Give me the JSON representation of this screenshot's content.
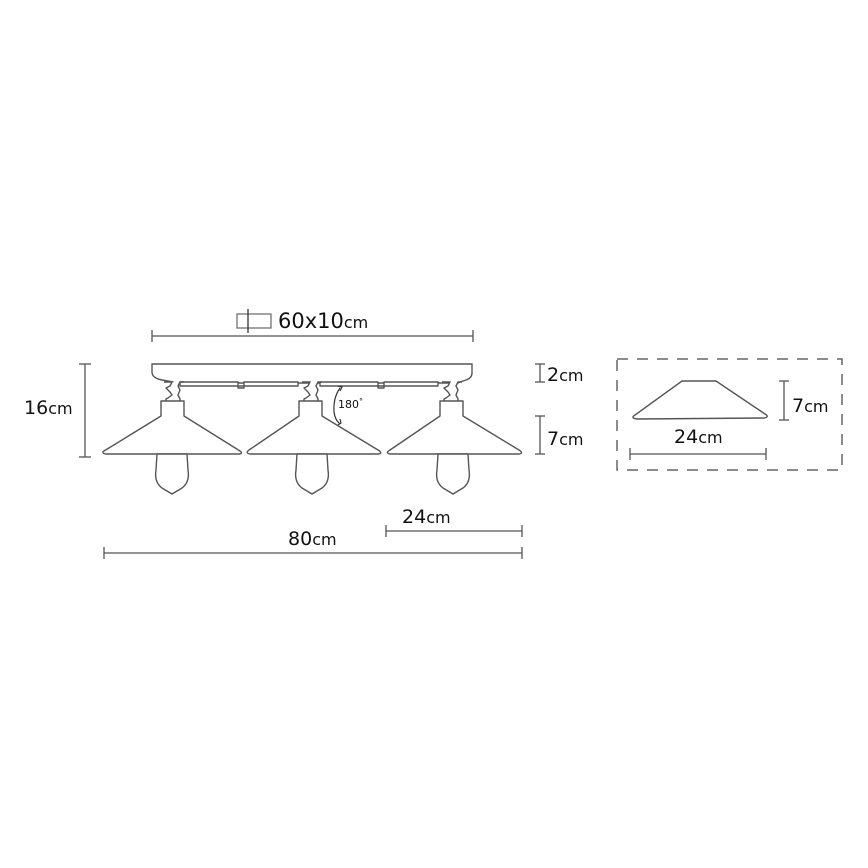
{
  "diagram": {
    "subject": "Three-light ceiling lamp dimensions",
    "base_plate": {
      "size_value": "60x10",
      "size_unit": "cm",
      "icon": "rectangle-plate-icon"
    },
    "total_height": {
      "value": "16",
      "unit": "cm"
    },
    "plate_thickness": {
      "value": "2",
      "unit": "cm"
    },
    "shade_height": {
      "value": "7",
      "unit": "cm"
    },
    "shade_width": {
      "value": "24",
      "unit": "cm"
    },
    "total_width": {
      "value": "80",
      "unit": "cm"
    },
    "rotation": {
      "value": "180",
      "unit": "°"
    },
    "detail_view": {
      "shade_height": {
        "value": "7",
        "unit": "cm"
      },
      "shade_width": {
        "value": "24",
        "unit": "cm"
      }
    },
    "lamp_count": 3,
    "line_color": "#555555",
    "text_color": "#111111"
  }
}
